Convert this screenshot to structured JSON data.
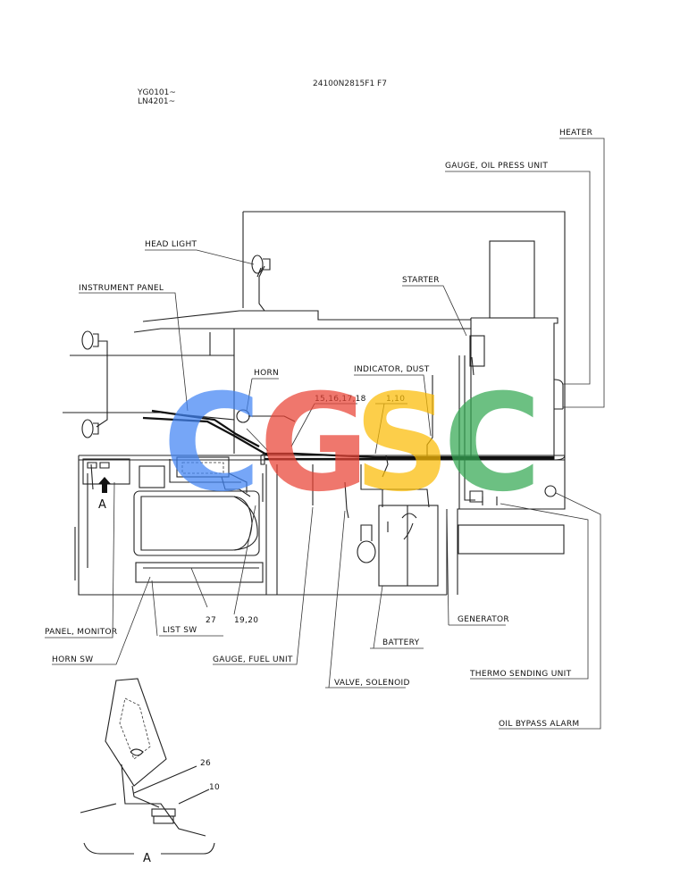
{
  "header": {
    "doc_code": "24100N2815F1 F7",
    "serial_1": "YG0101~",
    "serial_2": "LN4201~"
  },
  "watermark": {
    "letters": [
      "C",
      "G",
      "S",
      "C"
    ],
    "colors": [
      "#4285F4",
      "#EA4335",
      "#FBBC05",
      "#34A853"
    ]
  },
  "labels": {
    "heater": "HEATER",
    "gauge_oil_press_unit": "GAUGE, OIL PRESS UNIT",
    "head_light": "HEAD LIGHT",
    "starter": "STARTER",
    "instrument_panel": "INSTRUMENT  PANEL",
    "horn": "HORN",
    "indicator_dust": "INDICATOR, DUST",
    "callout_15_18": "15,16,17,18",
    "callout_1_10": "1,10",
    "marker_a": "A",
    "callout_27": "27",
    "callout_19_20": "19,20",
    "panel_monitor": "PANEL, MONITOR",
    "list_sw": "LIST SW",
    "generator": "GENERATOR",
    "battery": "BATTERY",
    "horn_sw": "HORN SW",
    "gauge_fuel_unit": "GAUGE, FUEL UNIT",
    "valve_solenoid": "VALVE, SOLENOID",
    "thermo_sending_unit": "THERMO  SENDING  UNIT",
    "oil_bypass_alarm": "OIL BYPASS  ALARM",
    "callout_26": "26",
    "callout_10": "10",
    "detail_a": "A"
  }
}
